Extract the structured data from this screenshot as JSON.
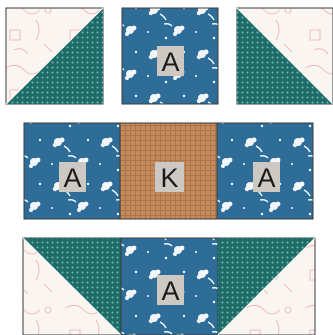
{
  "image": {
    "subject": "quilt-block-layout",
    "colors": {
      "navy_floral": "#2f6d99",
      "navy_floral_dark": "#245a82",
      "white_print": "#fbf5f2",
      "red_print_line": "#e59aa3",
      "teal_dot": "#1d6c68",
      "teal_dot_light": "#7ab7b2",
      "orange_check": "#c38a5c",
      "orange_check_line": "#a86e46",
      "label_bg": "#cdc8c2",
      "flower": "#ffffff"
    },
    "labels": {
      "top_center": "A",
      "middle_left": "A",
      "middle_center": "K",
      "middle_right": "A",
      "bottom_center": "A"
    }
  }
}
